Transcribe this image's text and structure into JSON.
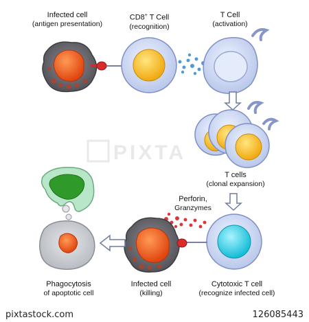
{
  "labels": {
    "infected_cell_top": {
      "title": "Infected cell",
      "sub": "(antigen presentation)"
    },
    "cd8_t_cell": {
      "title": "CD8",
      "sup": "+",
      "title_rest": " T Cell",
      "sub": "(recognition)"
    },
    "t_cell_activation": {
      "title": "T Cell",
      "sub": "(activation)"
    },
    "t_cells_expansion": {
      "title": "T cells",
      "sub": "(clonal expansion)"
    },
    "perforin": {
      "line1": "Perforin,",
      "line2": "Granzymes"
    },
    "cytotoxic_t_cell": {
      "title": "Cytotoxic T cell",
      "sub": "(recognize infected cell)"
    },
    "infected_cell_bottom": {
      "title": "Infected cell",
      "sub": "(killing)"
    },
    "phagocytosis": {
      "title": "Phagocytosis",
      "sub": "of apoptotic cell"
    }
  },
  "watermark": "PIXTA",
  "footer": {
    "brand": "pixtastock.com",
    "image_id": "126085443"
  },
  "colors": {
    "t_cell_membrane": "#cfd9f2",
    "t_cell_outline": "#8796c8",
    "nucleus_yellow": "#f7c41a",
    "nucleus_cyan": "#2fd2e8",
    "infected_nucleus": "#f26a1f",
    "infected_cytoplasm": "#6b6b70",
    "granule": "#a8452e",
    "cytokine_dots": "#5aa6d8",
    "perforin_dots": "#d9383a",
    "phagocyte_green": "#2f9a2a",
    "phagocyte_light": "#b7e6c8",
    "arrow_outline": "#6d7d9e"
  }
}
